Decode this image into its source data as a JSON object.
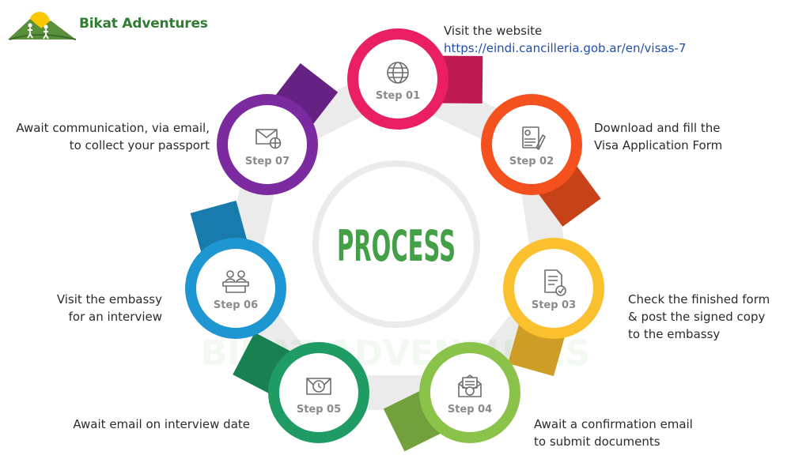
{
  "brand": {
    "name": "Bikat Adventures"
  },
  "center": {
    "label": "PROCESS",
    "color": "#43a047"
  },
  "steps": [
    {
      "label": "Step 01",
      "icon": "globe-icon",
      "color": "#e91e63",
      "desc": [
        "Visit the website"
      ],
      "url": "https://eindi.cancilleria.gob.ar/en/visas-7"
    },
    {
      "label": "Step 02",
      "icon": "form-pen-icon",
      "color": "#f4511e",
      "desc": [
        "Download and fill the",
        "Visa Application Form"
      ]
    },
    {
      "label": "Step 03",
      "icon": "document-check-icon",
      "color": "#fbc02d",
      "desc": [
        "Check the finished form",
        "& post the signed copy",
        "to the embassy"
      ]
    },
    {
      "label": "Step 04",
      "icon": "envelope-open-icon",
      "color": "#8bc34a",
      "desc": [
        "Await a confirmation email",
        "to submit documents"
      ]
    },
    {
      "label": "Step 05",
      "icon": "envelope-clock-icon",
      "color": "#1e9c64",
      "desc": [
        "Await email on interview date"
      ]
    },
    {
      "label": "Step 06",
      "icon": "interview-desk-icon",
      "color": "#1e96d2",
      "desc": [
        "Visit the embassy",
        "for an interview"
      ]
    },
    {
      "label": "Step 07",
      "icon": "envelope-globe-icon",
      "color": "#7b2aa0",
      "desc": [
        "Await communication, via email,",
        "to collect your passport"
      ]
    }
  ]
}
